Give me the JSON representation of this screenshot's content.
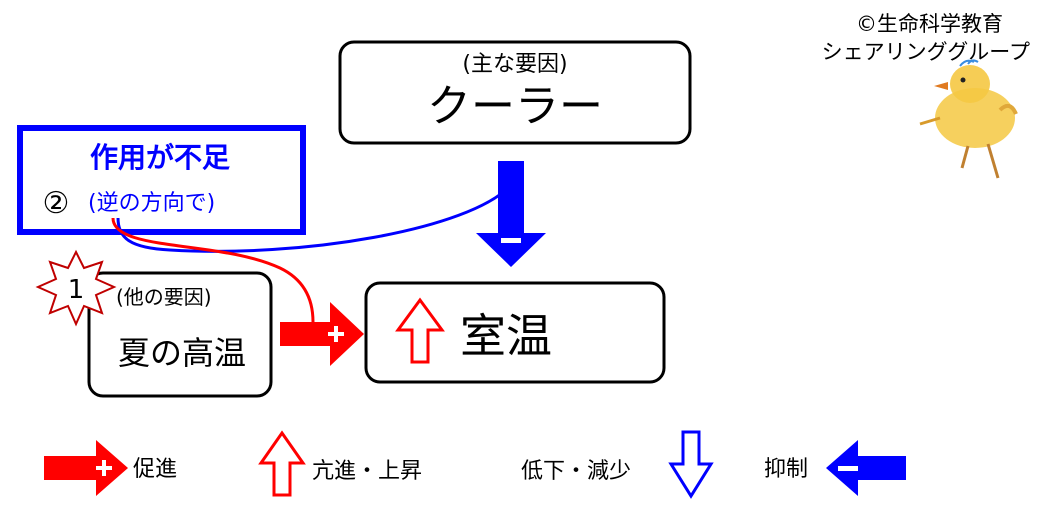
{
  "credit": {
    "line1": "©生命科学教育",
    "line2": "シェアリンググループ"
  },
  "main_factor": {
    "caption": "(主な要因)",
    "name": "クーラー"
  },
  "insufficient_action": {
    "title": "作用が不足",
    "number": "②",
    "note": "(逆の方向で)"
  },
  "other_factor": {
    "badge": "1",
    "caption": "(他の要因)",
    "name": "夏の高温"
  },
  "target": {
    "name": "室温"
  },
  "legend": {
    "promote": "促進",
    "increase": "亢進・上昇",
    "decrease": "低下・減少",
    "suppress": "抑制"
  },
  "colors": {
    "red": "#ff0000",
    "blue": "#0000ff",
    "dark_red": "#c00000",
    "chick_body": "#f5c842"
  }
}
